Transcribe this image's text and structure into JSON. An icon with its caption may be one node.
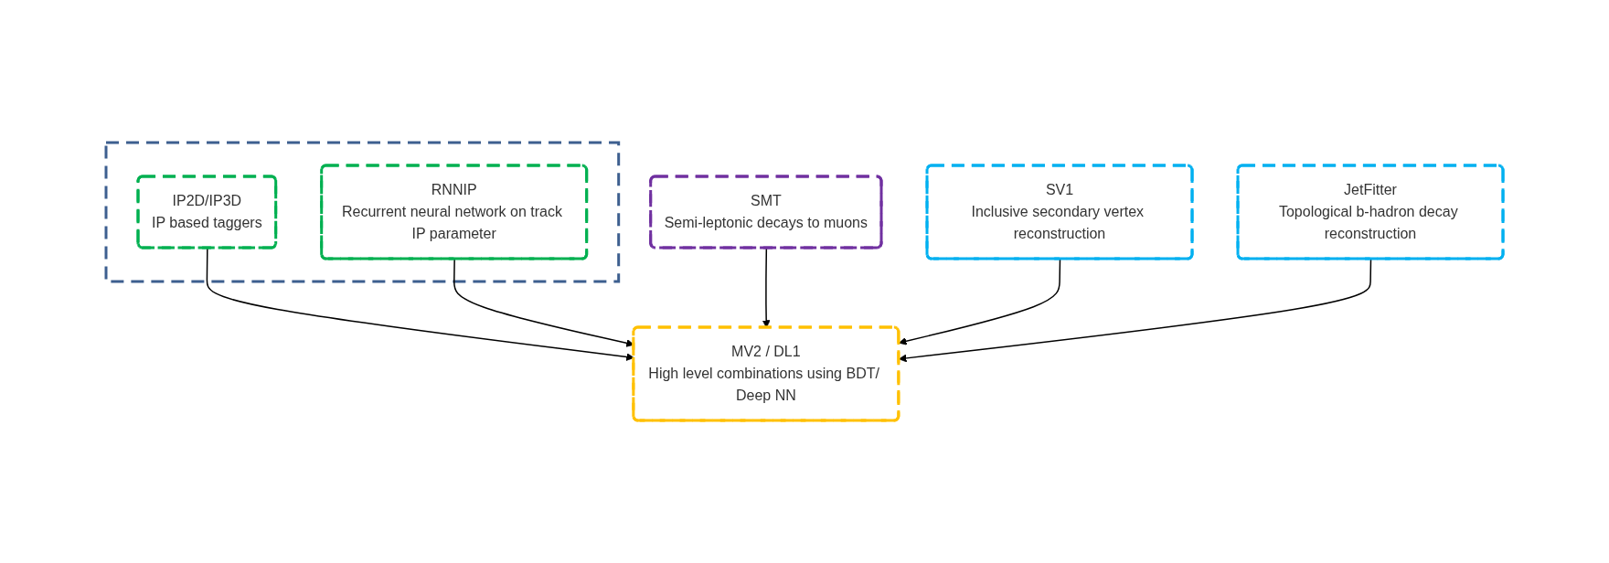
{
  "diagram": {
    "nodes": [
      {
        "text": [],
        "shape": "box"
      },
      {
        "text": [
          "SMT",
          "Semi-leptonic decays to muons"
        ]
      },
      {
        "text": [
          "IP2D/IP3D",
          "IP based taggers"
        ],
        "in": 0
      },
      {
        "text": [
          "SV1",
          "Inclusive secondary vertex reconstruction"
        ]
      },
      {
        "text": [
          "RNNIP",
          "Recurrent neural network on track IP parameter"
        ],
        "in": 0
      },
      {
        "text": [
          "JetFitter",
          "Topological b-hadron decay reconstruction"
        ]
      },
      {
        "text": [
          "MV2 / DL1",
          "High level combinations using BDT/ Deep NN"
        ]
      }
    ],
    "edges": [
      {
        "from": 2,
        "to": 6,
        "arrow": "to"
      },
      {
        "from": 1,
        "to": 6,
        "arrow": "to"
      },
      {
        "from": 3,
        "to": 6,
        "arrow": "to"
      },
      {
        "from": 4,
        "to": 6,
        "arrow": "to"
      },
      {
        "from": 5,
        "to": 6,
        "arrow": "to"
      }
    ]
  }
}
